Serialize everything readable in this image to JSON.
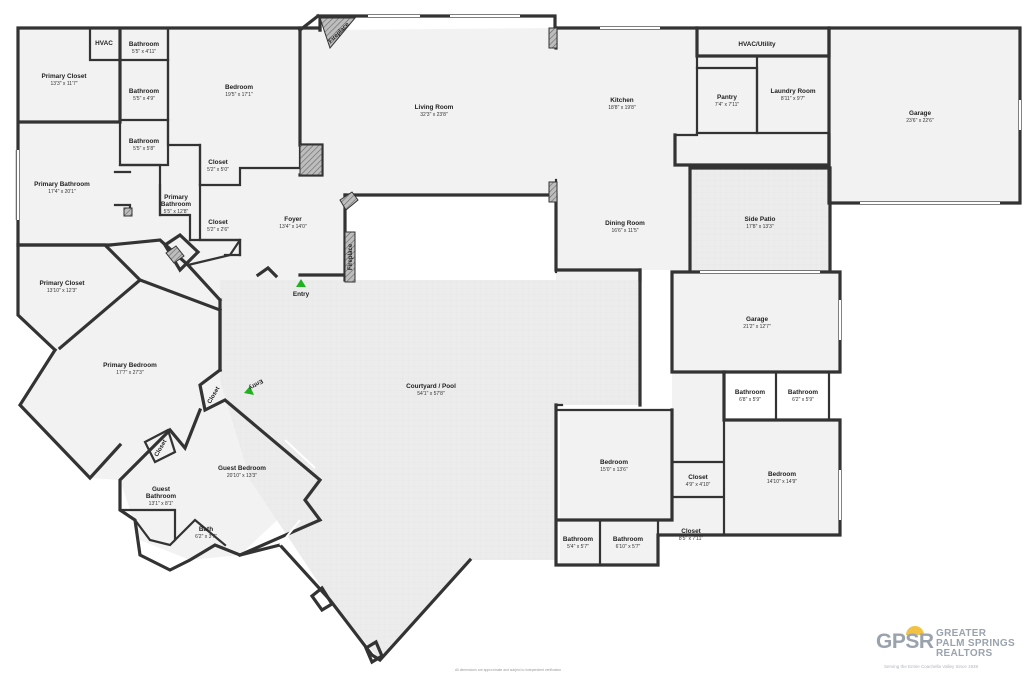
{
  "rooms": {
    "hvac_left": {
      "name": "HVAC",
      "dim": ""
    },
    "bathroom_1": {
      "name": "Bathroom",
      "dim": "5'5\" x 4'11\""
    },
    "primary_closet_1": {
      "name": "Primary Closet",
      "dim": "13'3\" x 11'7\""
    },
    "bathroom_2": {
      "name": "Bathroom",
      "dim": "5'5\" x 4'9\""
    },
    "bedroom_top": {
      "name": "Bedroom",
      "dim": "19'5\" x 17'1\""
    },
    "living_room": {
      "name": "Living Room",
      "dim": "32'3\" x 23'8\""
    },
    "kitchen": {
      "name": "Kitchen",
      "dim": "18'8\" x 19'8\""
    },
    "hvac_utility": {
      "name": "HVAC/Utility",
      "dim": ""
    },
    "pantry": {
      "name": "Pantry",
      "dim": "7'4\" x 7'11\""
    },
    "laundry": {
      "name": "Laundry Room",
      "dim": "8'11\" x 9'7\""
    },
    "garage_top": {
      "name": "Garage",
      "dim": "23'6\" x 22'6\""
    },
    "bathroom_3": {
      "name": "Bathroom",
      "dim": "5'5\" x 5'8\""
    },
    "closet_1": {
      "name": "Closet",
      "dim": "5'2\" x 5'0\""
    },
    "primary_bathroom_1": {
      "name": "Primary Bathroom",
      "dim": "17'4\" x 20'1\""
    },
    "primary_bathroom_2": {
      "name": "Primary Bathroom",
      "dim": "5'5\" x 12'8\""
    },
    "closet_2": {
      "name": "Closet",
      "dim": "5'2\" x 2'6\""
    },
    "foyer": {
      "name": "Foyer",
      "dim": "13'4\" x 14'0\""
    },
    "dining": {
      "name": "Dining Room",
      "dim": "16'6\" x 11'5\""
    },
    "side_patio": {
      "name": "Side Patio",
      "dim": "17'8\" x 13'3\""
    },
    "primary_closet_2": {
      "name": "Primary Closet",
      "dim": "13'10\" x 12'3\""
    },
    "garage_mid": {
      "name": "Garage",
      "dim": "21'2\" x 12'7\""
    },
    "primary_bedroom": {
      "name": "Primary Bedroom",
      "dim": "17'7\" x 27'3\""
    },
    "courtyard": {
      "name": "Courtyard / Pool",
      "dim": "54'1\" x 57'8\""
    },
    "closet_3": {
      "name": "Closet",
      "dim": ""
    },
    "bathroom_4": {
      "name": "Bathroom",
      "dim": "6'8\" x 5'9\""
    },
    "bathroom_5": {
      "name": "Bathroom",
      "dim": "6'2\" x 5'9\""
    },
    "closet_4": {
      "name": "Closet",
      "dim": ""
    },
    "guest_bedroom": {
      "name": "Guest Bedroom",
      "dim": "20'10\" x 13'3\""
    },
    "bedroom_mid": {
      "name": "Bedroom",
      "dim": "15'0\" x 13'6\""
    },
    "closet_5": {
      "name": "Closet",
      "dim": "4'9\" x 4'10\""
    },
    "bedroom_right": {
      "name": "Bedroom",
      "dim": "14'10\" x 14'9\""
    },
    "guest_bathroom": {
      "name": "Guest Bathroom",
      "dim": "13'1\" x 8'1\""
    },
    "bath": {
      "name": "Bath",
      "dim": "6'2\" x 3'7\""
    },
    "bathroom_6": {
      "name": "Bathroom",
      "dim": "5'4\" x 5'7\""
    },
    "bathroom_7": {
      "name": "Bathroom",
      "dim": "6'10\" x 5'7\""
    },
    "closet_6": {
      "name": "Closet",
      "dim": "8'5\" x 7'11\""
    }
  },
  "labels": {
    "fireplace": "Fireplace",
    "entry": "Entry"
  },
  "logo": {
    "mark": "GPSR",
    "line1": "GREATER",
    "line2": "PALM SPRINGS",
    "line3": "REALTORS",
    "tagline": "Serving the Entire Coachella Valley Since 1939"
  },
  "disclaimer": "All dimensions are approximate and subject to independent verification",
  "colors": {
    "wall": "#333333",
    "entry_marker": "#1fb21f",
    "logo_gray": "#9aa3ad",
    "logo_sun": "#f3c244"
  }
}
